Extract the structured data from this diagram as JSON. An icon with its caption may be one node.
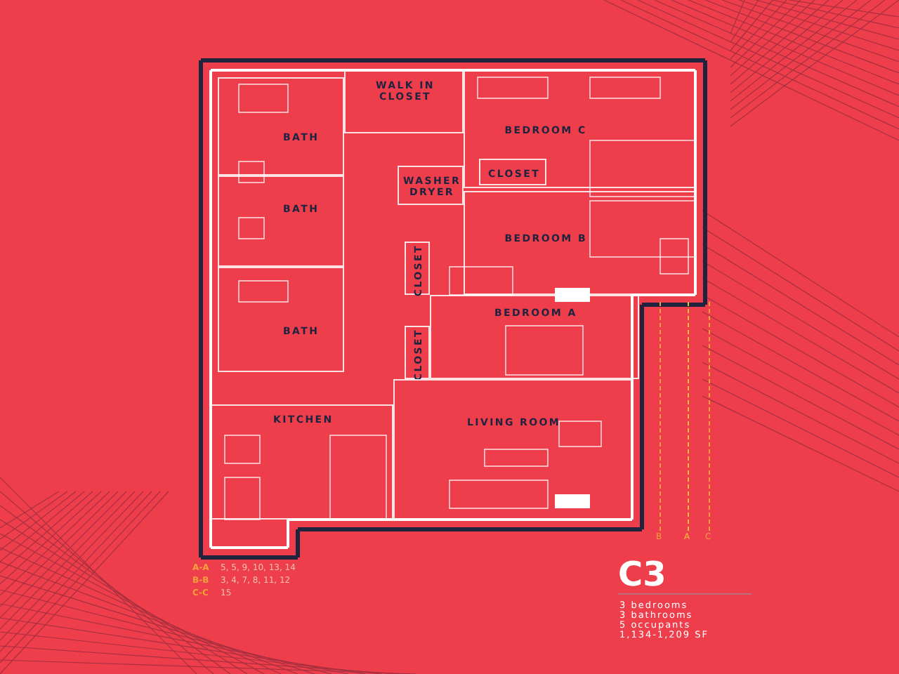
{
  "diagram": {
    "title": "C3",
    "nodes": [
      {
        "text": [
          "WALK IN CLOSET"
        ]
      },
      {
        "text": [
          "BEDROOM C"
        ]
      },
      {
        "text": [
          "BATH"
        ]
      },
      {
        "text": [
          "WASHER DRYER"
        ]
      },
      {
        "text": [
          "CLOSET"
        ],
        "in": 1
      },
      {
        "text": [
          "BATH"
        ]
      },
      {
        "text": [
          "BEDROOM B"
        ]
      },
      {
        "text": [
          "CLOSET"
        ]
      },
      {
        "text": [
          "BEDROOM A"
        ]
      },
      {
        "text": [
          "BATH"
        ]
      },
      {
        "text": [
          "CLOSET"
        ]
      },
      {
        "text": [
          "KITCHEN"
        ]
      },
      {
        "text": [
          "LIVING ROOM"
        ]
      }
    ],
    "labels": [
      "B",
      "A",
      "C",
      "A-A",
      "5, 5, 9, 10, 13, 14",
      "B-B",
      "3, 4, 7, 8, 11, 12",
      "C-C",
      "15",
      "3 bedrooms",
      "3 bathrooms",
      "5 occupants",
      "1,134-1,209 SF"
    ]
  }
}
